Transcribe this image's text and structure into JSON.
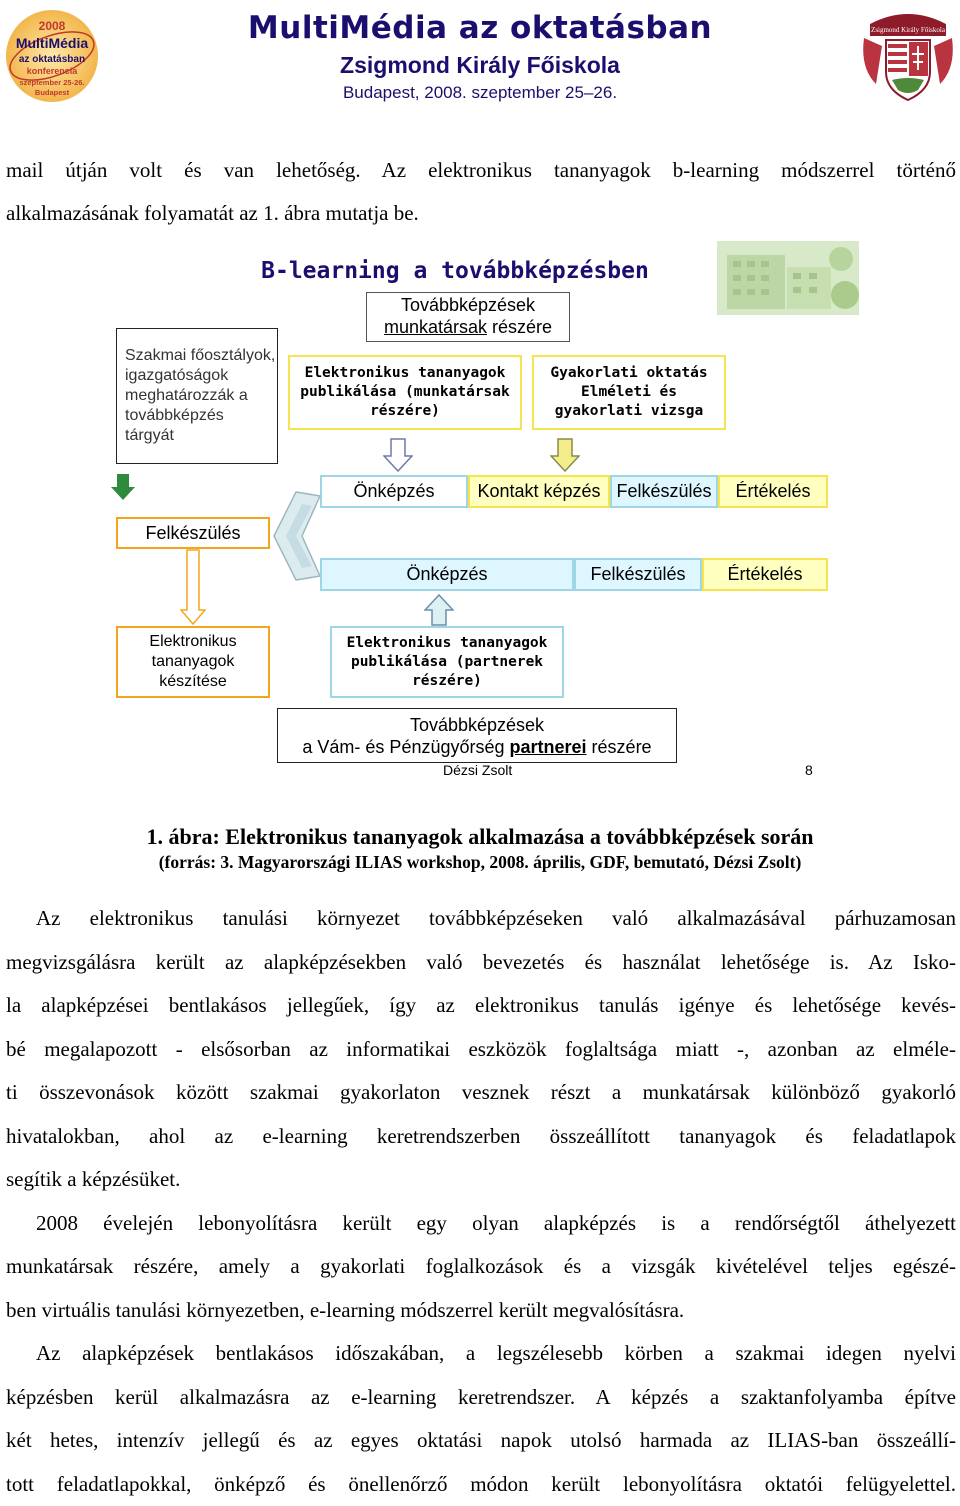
{
  "header": {
    "title": "MultiMédia az oktatásban",
    "school": "Zsigmond Király Főiskola",
    "date": "Budapest, 2008. szeptember 25–26.",
    "logo_left": {
      "year": "2008",
      "name": "MultiMédia",
      "sub1": "az oktatásban",
      "sub2": "konferencia",
      "sub3": "szeptember 25-26.",
      "sub4": "Budapest"
    },
    "logo_right": {
      "name": "Zsigmond Király Főiskola"
    }
  },
  "intro_lines": [
    "mail útján volt és van lehetőség. Az elektronikus tananyagok b-learning módszerrel történő",
    "alkalmazásának folyamatát az 1. ábra mutatja be."
  ],
  "figure": {
    "title": "B-learning a továbbképzésben",
    "top_label_line1": "Továbbképzések",
    "top_label_underlined": "munkatársak",
    "top_label_rest": " részére",
    "left_box": "Szakmai főosztályok, igazgatóságok meghatározzák a továbbképzés tárgyát",
    "pub_staff": "Elektronikus tananyagok publikálása (munkatársak részére)",
    "practice": "Gyakorlati oktatás Elméleti és gyakorlati vizsga",
    "row1": [
      "Önképzés",
      "Kontakt képzés",
      "Felkészülés",
      "Értékelés"
    ],
    "prep": "Felkészülés",
    "row2": [
      "Önképzés",
      "Felkészülés",
      "Értékelés"
    ],
    "make_material": "Elektronikus tananyagok készítése",
    "pub_partners": "Elektronikus tananyagok publikálása (partnerek részére)",
    "bottom_line1": "Továbbképzések",
    "bottom_prefix": "a Vám- és Pénzügyőrség ",
    "bottom_underlined": "partnerei",
    "bottom_suffix": " részére",
    "author": "Dézsi Zsolt",
    "slide_number": "8",
    "colors": {
      "yellow": "#f6e34d",
      "cyan": "#9fd6e6",
      "orange": "#f5a51c",
      "light_yellow": "#ffffc0",
      "light_cyan": "#ddf6ff"
    }
  },
  "caption": {
    "line1": "1. ábra: Elektronikus tananyagok alkalmazása a továbbképzések során",
    "line2": "(forrás: 3. Magyarországi ILIAS workshop, 2008. április, GDF,  bemutató, Dézsi Zsolt)"
  },
  "paragraphs": [
    [
      "Az elektronikus tanulási környezet továbbképzéseken való alkalmazásával párhuzamosan",
      "megvizsgálásra került az alapképzésekben való bevezetés és használat lehetősége is. Az Isko-",
      "la alapképzései bentlakásos jellegűek, így az elektronikus tanulás igénye és lehetősége kevés-",
      "bé megalapozott - elsősorban az informatikai eszközök foglaltsága miatt -, azonban az elméle-",
      "ti összevonások között szakmai gyakorlaton vesznek részt a munkatársak különböző gyakorló",
      "hivatalokban, ahol az e-learning keretrendszerben összeállított tananyagok és feladatlapok",
      "segítik a képzésüket."
    ],
    [
      "2008 évelején lebonyolításra került egy olyan alapképzés is a rendőrségtől áthelyezett",
      "munkatársak részére, amely a gyakorlati foglalkozások és a vizsgák kivételével teljes egészé-",
      "ben virtuális tanulási környezetben, e-learning módszerrel került megvalósításra."
    ],
    [
      "Az alapképzések bentlakásos időszakában, a legszélesebb körben a szakmai idegen nyelvi",
      "képzésben kerül alkalmazásra az e-learning keretrendszer. A képzés a szaktanfolyamba építve",
      "két hetes, intenzív jellegű és az egyes oktatási napok utolsó harmada az ILIAS-ban összeállí-",
      "tott feladatlapokkal, önképző és önellenőrző módon került lebonyolításra oktatói felügyelettel."
    ]
  ]
}
